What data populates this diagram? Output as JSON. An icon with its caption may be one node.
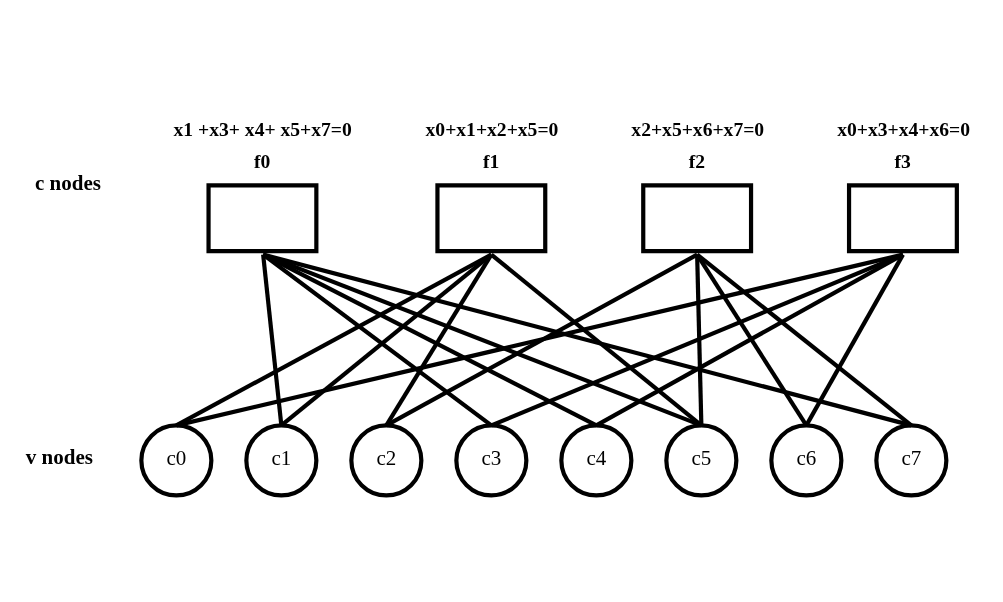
{
  "diagram": {
    "nodes": [
      {
        "text": [
          "f0"
        ],
        "beside": [
          "x1 +x3+ x4+ x5+x7=0"
        ]
      },
      {
        "text": [
          "f1"
        ],
        "beside": [
          "x0+x1+x2+x5=0"
        ]
      },
      {
        "text": [
          "f2"
        ],
        "beside": [
          "x2+x5+x6+x7=0"
        ]
      },
      {
        "text": [
          "f3"
        ],
        "beside": [
          "x0+x3+x4+x6=0"
        ]
      },
      {
        "text": [
          "c0"
        ]
      },
      {
        "text": [
          "c1"
        ]
      },
      {
        "text": [
          "c2"
        ]
      },
      {
        "text": [
          "c3"
        ]
      },
      {
        "text": [
          "c4"
        ]
      },
      {
        "text": [
          "c5"
        ]
      },
      {
        "text": [
          "c6"
        ]
      },
      {
        "text": [
          "c7"
        ]
      }
    ],
    "edges": [
      {
        "from": 0,
        "to": 5,
        "arrow": "none"
      },
      {
        "from": 0,
        "to": 7,
        "arrow": "none"
      },
      {
        "from": 0,
        "to": 8,
        "arrow": "none"
      },
      {
        "from": 0,
        "to": 9,
        "arrow": "none"
      },
      {
        "from": 0,
        "to": 11,
        "arrow": "none"
      },
      {
        "from": 1,
        "to": 4,
        "arrow": "none"
      },
      {
        "from": 1,
        "to": 5,
        "arrow": "none"
      },
      {
        "from": 1,
        "to": 6,
        "arrow": "none"
      },
      {
        "from": 1,
        "to": 9,
        "arrow": "none"
      },
      {
        "from": 2,
        "to": 6,
        "arrow": "none"
      },
      {
        "from": 2,
        "to": 9,
        "arrow": "none"
      },
      {
        "from": 2,
        "to": 10,
        "arrow": "none"
      },
      {
        "from": 2,
        "to": 11,
        "arrow": "none"
      },
      {
        "from": 3,
        "to": 4,
        "arrow": "none"
      },
      {
        "from": 3,
        "to": 7,
        "arrow": "none"
      },
      {
        "from": 3,
        "to": 8,
        "arrow": "none"
      },
      {
        "from": 3,
        "to": 10,
        "arrow": "none"
      }
    ],
    "labels": [
      "c nodes",
      "v nodes"
    ]
  }
}
